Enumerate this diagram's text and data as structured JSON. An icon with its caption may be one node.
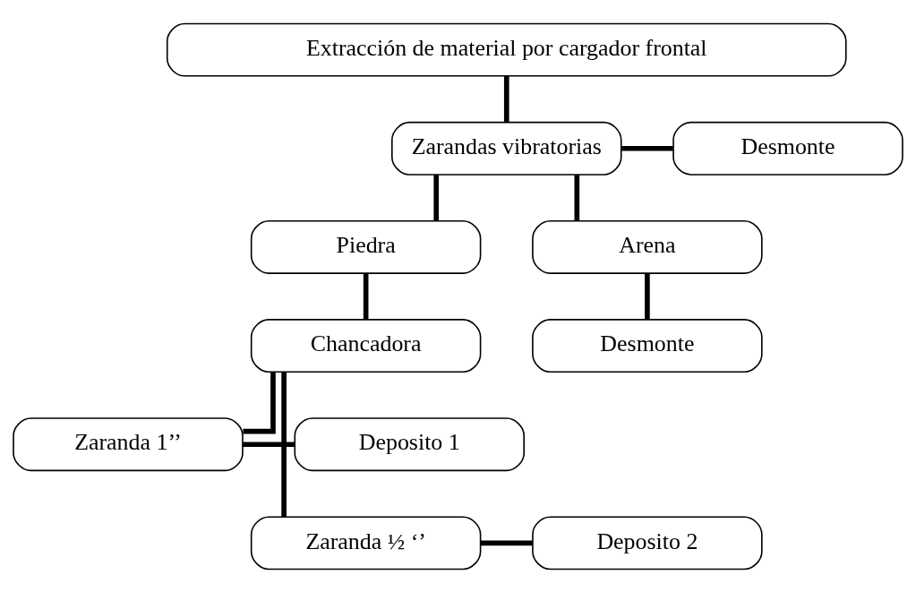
{
  "diagram": {
    "nodes": [
      {
        "text": [
          "Extracción de material por cargador frontal"
        ]
      },
      {
        "text": [
          "Zarandas vibratorias"
        ]
      },
      {
        "text": [
          "Desmonte"
        ]
      },
      {
        "text": [
          "Piedra"
        ]
      },
      {
        "text": [
          "Arena"
        ]
      },
      {
        "text": [
          "Desmonte"
        ]
      },
      {
        "text": [
          "Chancadora"
        ]
      },
      {
        "text": [
          "Zaranda 1’’"
        ]
      },
      {
        "text": [
          "Deposito 1"
        ]
      },
      {
        "text": [
          "Zaranda ½ ‘’"
        ]
      },
      {
        "text": [
          "Deposito 2"
        ]
      }
    ],
    "edges": [
      {
        "from": 0,
        "to": 1,
        "arrow": "none"
      },
      {
        "from": 1,
        "to": 2,
        "arrow": "none"
      },
      {
        "from": 1,
        "to": 3,
        "arrow": "none"
      },
      {
        "from": 1,
        "to": 4,
        "arrow": "none"
      },
      {
        "from": 4,
        "to": 5,
        "arrow": "none"
      },
      {
        "from": 3,
        "to": 6,
        "arrow": "none"
      },
      {
        "from": 6,
        "to": 7,
        "arrow": "none"
      },
      {
        "from": 6,
        "to": 9,
        "arrow": "none"
      },
      {
        "from": 7,
        "to": 8,
        "arrow": "none"
      },
      {
        "from": 9,
        "to": 10,
        "arrow": "none"
      }
    ]
  }
}
